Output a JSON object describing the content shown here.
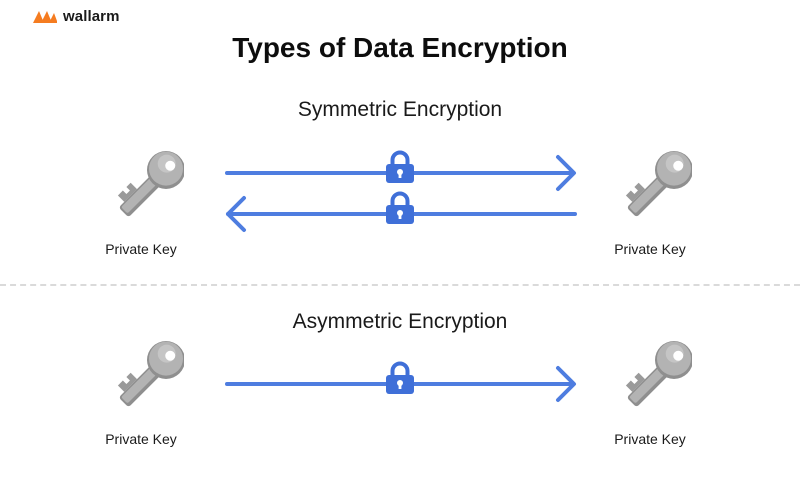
{
  "brand": {
    "name": "wallarm",
    "accent": "#f57c20"
  },
  "title": "Types of Data Encryption",
  "colors": {
    "arrow": "#4e7de0",
    "lock": "#3f6fd8",
    "key": "#b0b0b0",
    "divider": "#dadada"
  },
  "symmetric": {
    "heading": "Symmetric Encryption",
    "left_key_label": "Private Key",
    "right_key_label": "Private Key",
    "arrows": [
      "right",
      "left"
    ]
  },
  "asymmetric": {
    "heading": "Asymmetric Encryption",
    "left_key_label": "Private Key",
    "right_key_label": "Private Key",
    "arrows": [
      "right"
    ]
  }
}
